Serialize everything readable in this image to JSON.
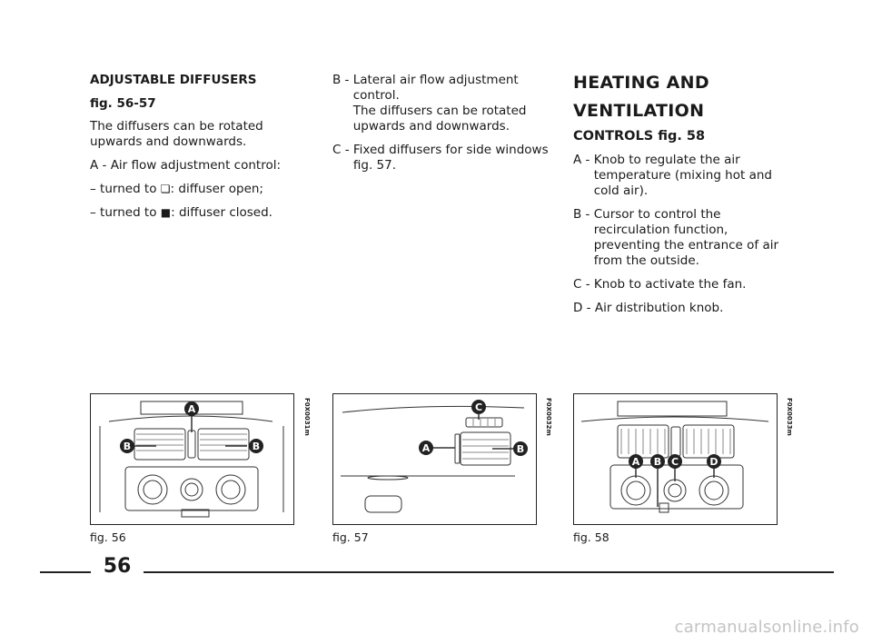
{
  "col1": {
    "title_line1": "ADJUSTABLE DIFFUSERS",
    "title_line2": "fig. 56-57",
    "para1": "The diffusers can be rotated upwards and downwards.",
    "item_a": "A - Air flow adjustment control:",
    "open_pre": "– turned to ",
    "open_symbol": "❏",
    "open_post": ": diffuser open;",
    "closed_pre": "– turned to ",
    "closed_symbol": "■",
    "closed_post": ": diffuser closed."
  },
  "col2": {
    "b_key": "B - ",
    "b_line1": "Lateral air flow adjustment",
    "b_line2": "control.",
    "b_line3": "The diffusers can be rotated upwards and downwards.",
    "c_key": "C - ",
    "c_line1": "Fixed diffusers for side windows",
    "c_line2": "fig. 57."
  },
  "col3": {
    "title_line1": "HEATING AND",
    "title_line2": "VENTILATION",
    "subtitle": "CONTROLS fig. 58",
    "a_key": "A - ",
    "a_text": "Knob to regulate the air temperature (mixing hot and cold air).",
    "b_key": "B - ",
    "b_text": "Cursor to control the recirculation function, preventing the entrance of air from the outside.",
    "c_key": "C - ",
    "c_text": "Knob to activate the fan.",
    "d_key": "D - ",
    "d_text": "Air distribution knob."
  },
  "figures": {
    "fig56": {
      "caption": "fig. 56",
      "code": "F0X0031m",
      "labels": [
        "A",
        "B",
        "B"
      ]
    },
    "fig57": {
      "caption": "fig. 57",
      "code": "F0X0032m",
      "labels": [
        "C",
        "A",
        "B"
      ]
    },
    "fig58": {
      "caption": "fig. 58",
      "code": "F0X0033m",
      "labels": [
        "A",
        "B",
        "C",
        "D"
      ]
    }
  },
  "page_number": "56",
  "watermark": "carmanualsonline.info"
}
